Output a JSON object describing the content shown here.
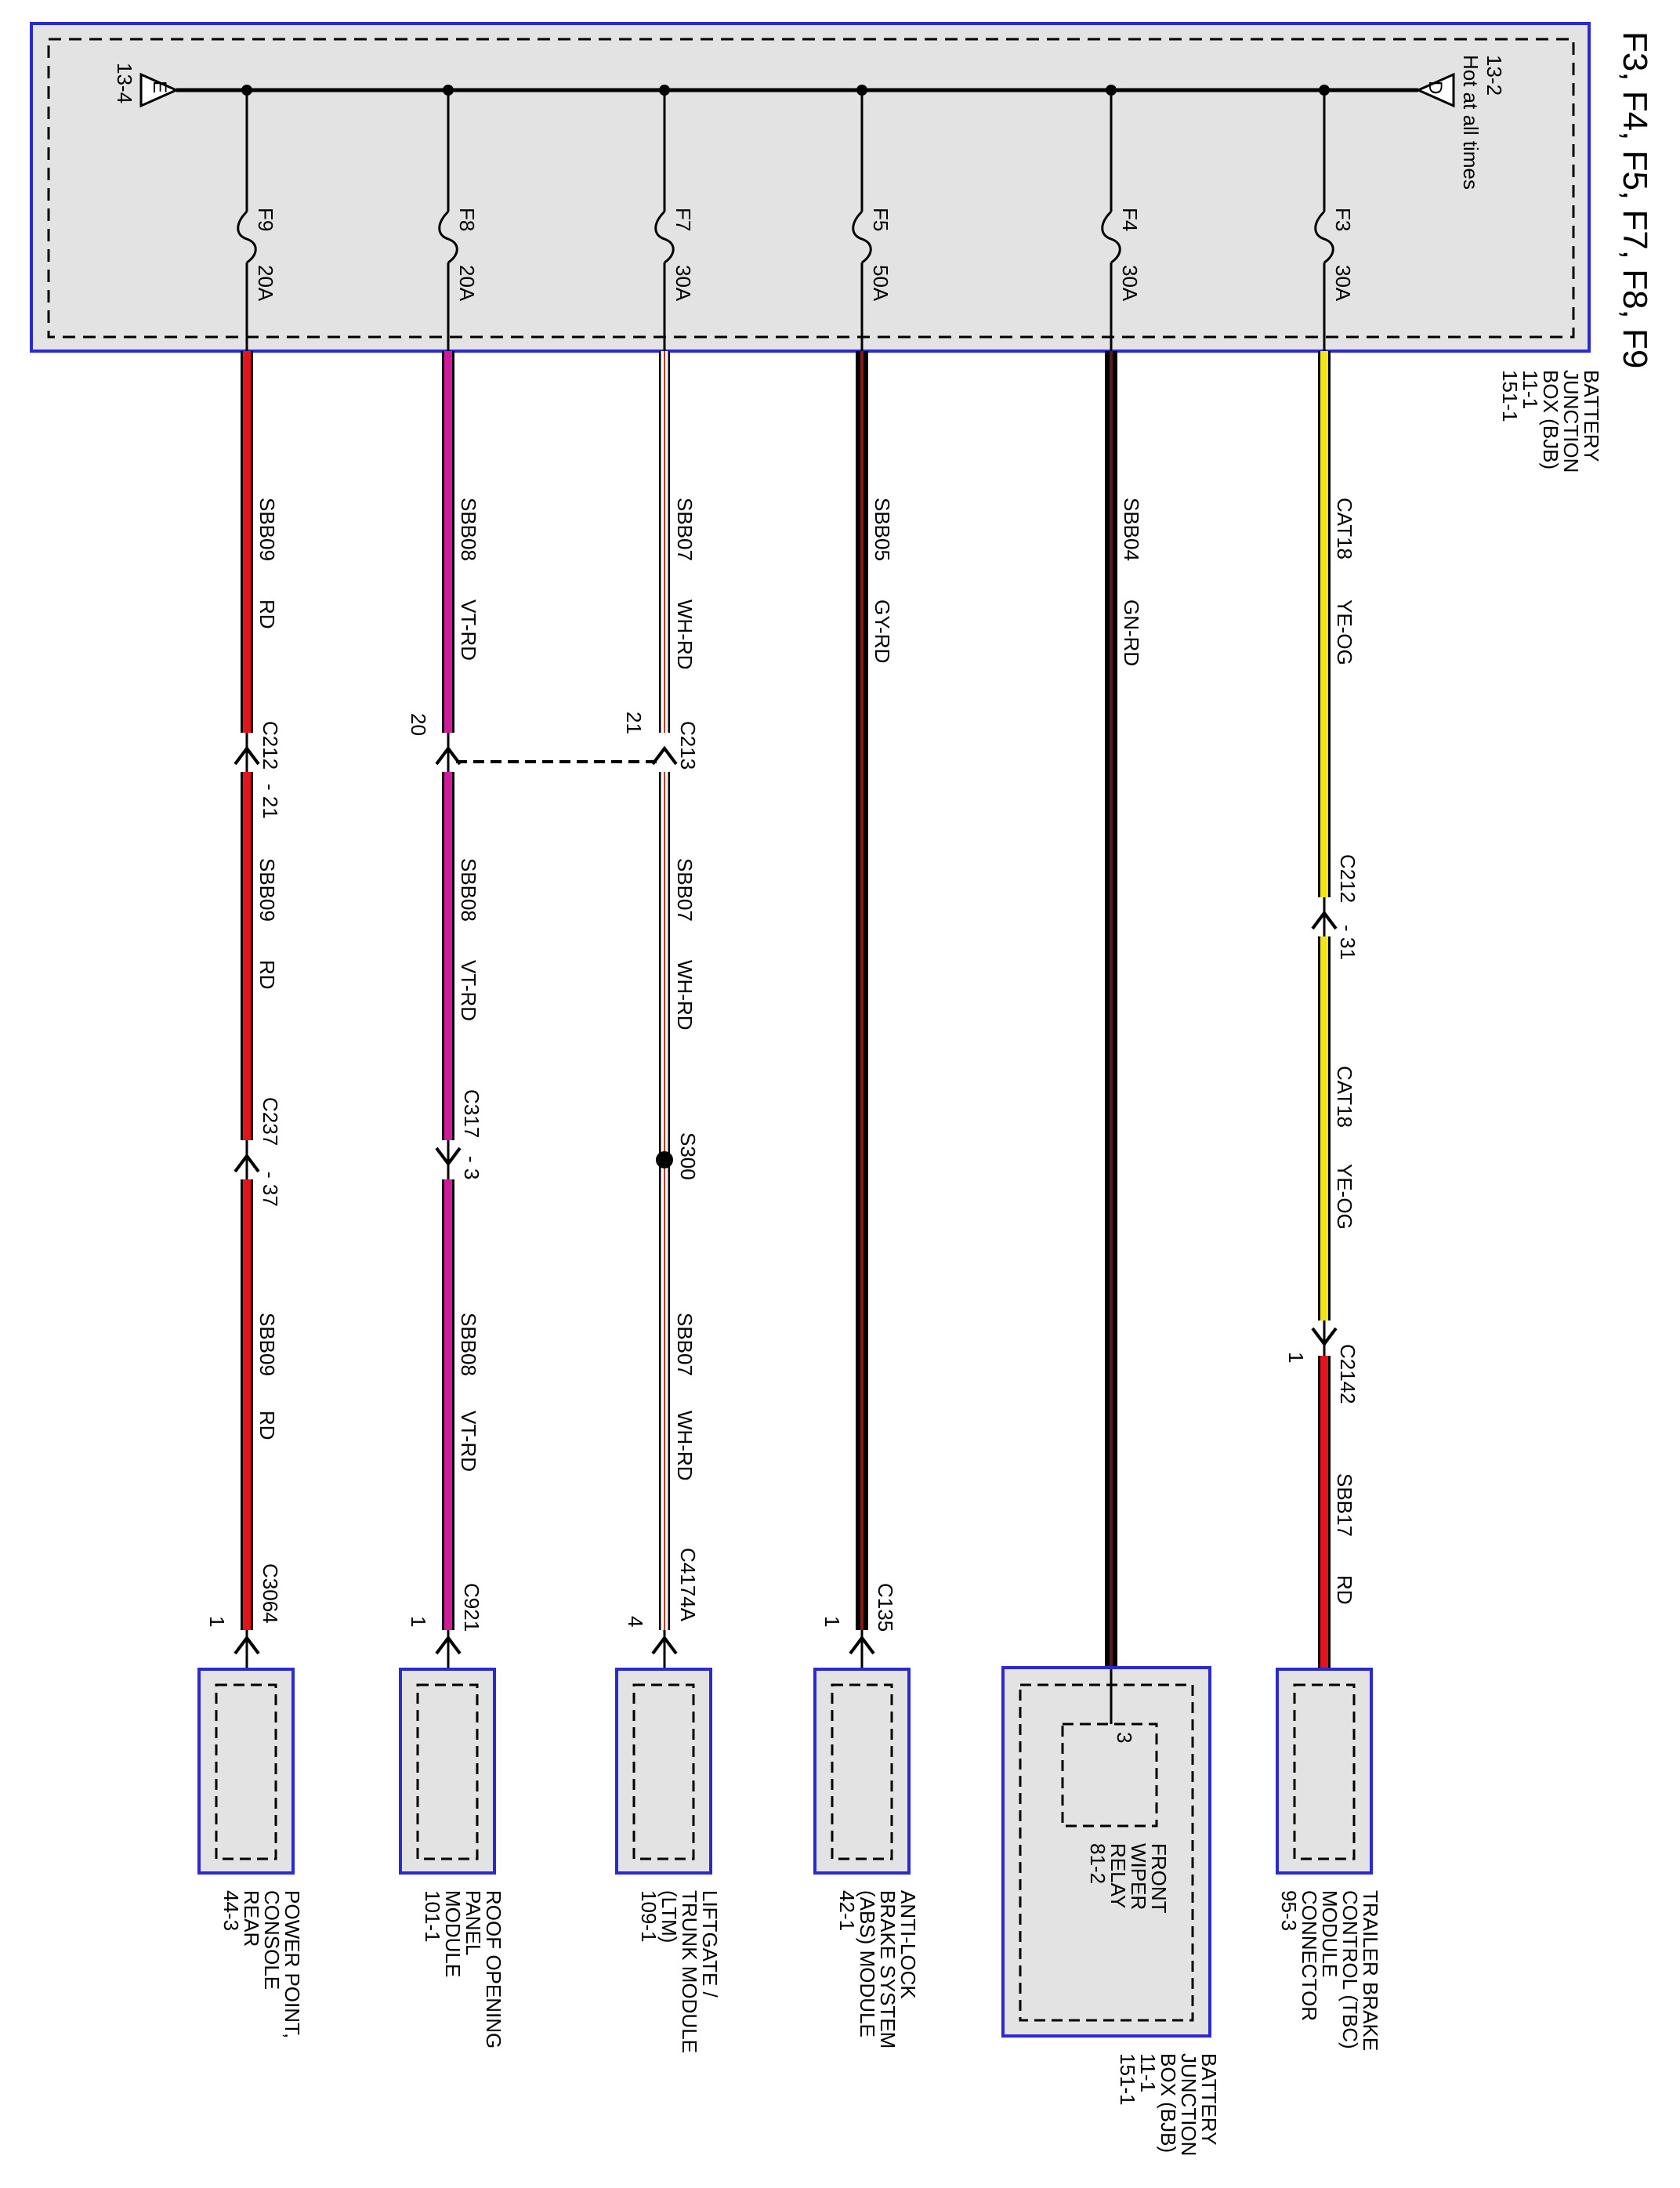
{
  "diagram": {
    "title": "F3, F4, F5, F7, F8, F9",
    "source_label": "Hot at all times",
    "source_ref": "13-2",
    "source_arrow": "D",
    "ground_arrow": "E",
    "ground_ref": "13-4",
    "bjb_label_lines": [
      "BATTERY",
      "JUNCTION",
      "BOX (BJB)",
      "11-1",
      "151-1"
    ],
    "circuits": [
      {
        "id": "f9",
        "fuse": "F9",
        "amps": "20A",
        "wire_color_hex": "#e5141b",
        "segments": [
          {
            "circuit": "SBB09",
            "color": "RD"
          },
          {
            "circuit": "SBB09",
            "color": "RD"
          },
          {
            "circuit": "SBB09",
            "color": "RD"
          }
        ],
        "connectors": [
          {
            "label": "C212",
            "pin": "- 21"
          },
          {
            "label": "C237",
            "pin": "- 37"
          },
          {
            "label": "C3064",
            "pin": "1"
          }
        ],
        "component_lines": [
          "POWER POINT,",
          "CONSOLE",
          "REAR",
          "44-3"
        ]
      },
      {
        "id": "f8",
        "fuse": "F8",
        "amps": "20A",
        "wire_color_hex": "#d21a9c",
        "segments": [
          {
            "circuit": "SBB08",
            "color": "VT-RD"
          },
          {
            "circuit": "SBB08",
            "color": "VT-RD"
          },
          {
            "circuit": "SBB08",
            "color": "VT-RD"
          }
        ],
        "connectors": [
          {
            "label": "20",
            "pin": ""
          },
          {
            "label": "C317",
            "pin": "- 3"
          },
          {
            "label": "C921",
            "pin": "1"
          }
        ],
        "component_lines": [
          "ROOF OPENING",
          "PANEL",
          "MODULE",
          "101-1"
        ]
      },
      {
        "id": "f7",
        "fuse": "F7",
        "amps": "30A",
        "wire_color_hex": "#ffffff",
        "segments": [
          {
            "circuit": "SBB07",
            "color": "WH-RD"
          },
          {
            "circuit": "SBB07",
            "color": "WH-RD"
          },
          {
            "circuit": "SBB07",
            "color": "WH-RD"
          }
        ],
        "connectors": [
          {
            "label": "C213",
            "pin": "21"
          },
          {
            "label": "S300",
            "pin": ""
          },
          {
            "label": "C4174A",
            "pin": "4"
          }
        ],
        "component_lines": [
          "LIFTGATE /",
          "TRUNK MODULE",
          "(LTM)",
          "109-1"
        ]
      },
      {
        "id": "f5",
        "fuse": "F5",
        "amps": "50A",
        "wire_color_hex": "#3a1010",
        "segments": [
          {
            "circuit": "SBB05",
            "color": "GY-RD"
          }
        ],
        "connectors": [
          {
            "label": "C135",
            "pin": "1"
          }
        ],
        "component_lines": [
          "ANTI-LOCK",
          "BRAKE SYSTEM",
          "(ABS) MODULE",
          "42-1"
        ]
      },
      {
        "id": "f4",
        "fuse": "F4",
        "amps": "30A",
        "wire_color_hex": "#2a1414",
        "segments": [
          {
            "circuit": "SBB04",
            "color": "GN-RD"
          }
        ],
        "connectors": [
          {
            "label": "3",
            "pin": ""
          }
        ],
        "relay_lines": [
          "FRONT",
          "WIPER",
          "RELAY",
          "81-2"
        ],
        "component_lines": [
          "BATTERY",
          "JUNCTION",
          "BOX (BJB)",
          "11-1",
          "151-1"
        ]
      },
      {
        "id": "f3",
        "fuse": "F3",
        "amps": "30A",
        "wire_color_hex": "#f4e21a",
        "segments": [
          {
            "circuit": "CAT18",
            "color": "YE-OG"
          },
          {
            "circuit": "CAT18",
            "color": "YE-OG"
          },
          {
            "circuit": "SBB17",
            "color": "RD"
          }
        ],
        "connectors": [
          {
            "label": "C212",
            "pin": "- 31"
          },
          {
            "label": "C2142",
            "pin": "1"
          }
        ],
        "component_lines": [
          "TRAILER BRAKE",
          "CONTROL (TBC)",
          "MODULE",
          "CONNECTOR",
          "95-3"
        ]
      }
    ]
  }
}
